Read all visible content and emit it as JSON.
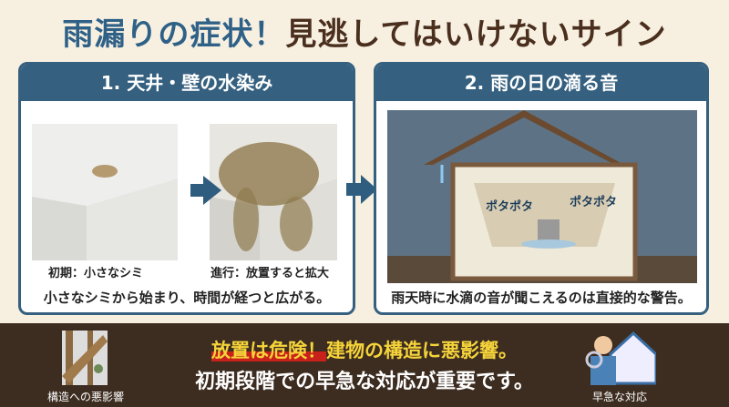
{
  "title": {
    "part1": "雨漏りの症状！",
    "part2": "見逃してはいけないサイン"
  },
  "panels": [
    {
      "heading": "1. 天井・壁の水染み",
      "captions": [
        "初期：小さなシミ",
        "進行：放置すると拡大"
      ],
      "footer": "小さなシミから始まり、時間が経つと広がる。"
    },
    {
      "heading": "2. 雨の日の滴る音",
      "sounds": [
        "ポタポタ",
        "ポタポタ"
      ],
      "footer": "雨天時に水滴の音が聞こえるのは直接的な警告。"
    }
  ],
  "bottom": {
    "warning_red": "放置は危険！",
    "warning_rest": "建物の構造に悪影響。",
    "message": "初期段階での早急な対応が重要です。",
    "left_icon_label": "構造への悪影響",
    "right_icon_label": "早急な対応"
  }
}
